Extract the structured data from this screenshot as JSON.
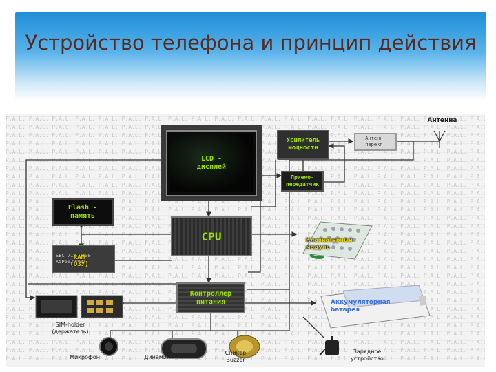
{
  "title": "Устройство телефона и принцип действия",
  "watermark": "P.A.L.",
  "components": {
    "lcd": "LCD - дисплей",
    "flash": "Flash - память",
    "ram_chip_text": "SEC 719 J100 K5P5629ABD",
    "ram_label": "RAM (ОЗУ)",
    "cpu": "CPU",
    "power_controller": "Контроллер питания",
    "power_amp": "Усилитель мощности",
    "antenna_switch": "Антенн. перекл.",
    "antenna": "Антенна",
    "transceiver": "Приемо-передатчик",
    "keypad": "Клавиатурный модуль",
    "battery": "Аккумуляторная батарея",
    "sim_holder": "SIM-holder (держатель)",
    "microphone": "Микрофон",
    "speaker": "Динамик",
    "buzzer": "Спикер Buzzer",
    "charger": "Зарядное устройство"
  },
  "colors": {
    "title": "#5a2a1e",
    "chip_text": "#9be000",
    "battery_text": "#3a6fd6",
    "wire": "#333333",
    "header_top": "#1f8fd8"
  }
}
